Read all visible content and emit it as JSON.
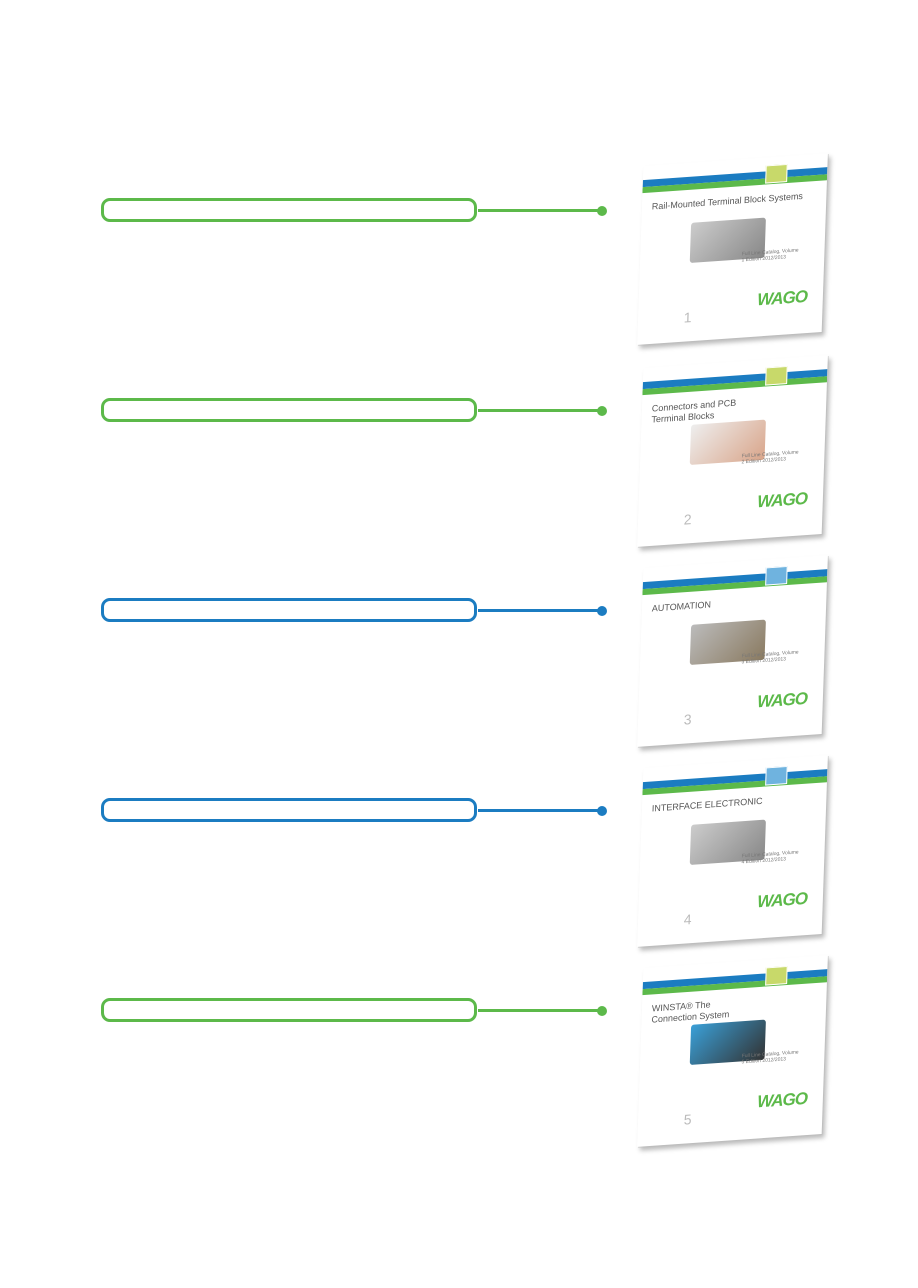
{
  "colors": {
    "green": "#5cb94a",
    "blue": "#1b7cc1"
  },
  "catalogs": [
    {
      "title": "Rail-Mounted Terminal Block Systems",
      "subtitle": "Full Line Catalog, Volume 1 Edition 2012/2013",
      "number": "1",
      "logo": "WAGO",
      "accent": "green"
    },
    {
      "title": "Connectors and PCB Terminal Blocks",
      "subtitle": "Full Line Catalog, Volume 2 Edition 2012/2013",
      "number": "2",
      "logo": "WAGO",
      "accent": "green"
    },
    {
      "title": "AUTOMATION",
      "subtitle": "Full Line Catalog, Volume 3 Edition 2012/2013",
      "number": "3",
      "logo": "WAGO",
      "accent": "blue"
    },
    {
      "title": "INTERFACE ELECTRONIC",
      "subtitle": "Full Line Catalog, Volume 4 Edition 2012/2013",
      "number": "4",
      "logo": "WAGO",
      "accent": "blue"
    },
    {
      "title": "WINSTA® The Connection System",
      "subtitle": "Full Line Catalog, Volume 5 Edition 2012/2013",
      "number": "5",
      "logo": "WAGO",
      "accent": "green"
    }
  ]
}
